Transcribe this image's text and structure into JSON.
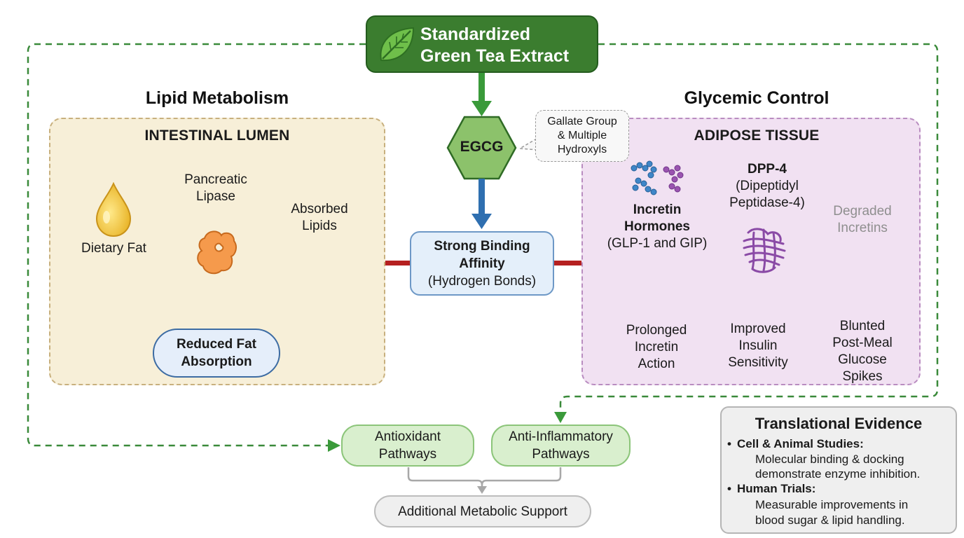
{
  "colors": {
    "green_dark": "#3b7d2f",
    "green_arrow": "#3a9a3a",
    "blue_arrow": "#2f6fb0",
    "inhibit_red": "#b52020",
    "lipid_panel_bg": "#f7efd8",
    "glycemic_panel_bg": "#f1e1f2"
  },
  "source": {
    "line1": "Standardized",
    "line2": "Green Tea Extract",
    "icon": "leaf-icon"
  },
  "egcg": {
    "label": "EGCG"
  },
  "callout": {
    "line1": "Gallate Group",
    "line2": "& Multiple",
    "line3": "Hydroxyls"
  },
  "binding": {
    "line1": "Strong Binding",
    "line2": "Affinity",
    "line3": "(Hydrogen Bonds)"
  },
  "lipid": {
    "section_title": "Lipid Metabolism",
    "panel_title": "INTESTINAL LUMEN",
    "dietary_fat": "Dietary Fat",
    "enzyme_line1": "Pancreatic",
    "enzyme_line2": "Lipase",
    "absorbed_line1": "Absorbed",
    "absorbed_line2": "Lipids",
    "outcome_line1": "Reduced Fat",
    "outcome_line2": "Absorption"
  },
  "glycemic": {
    "section_title": "Glycemic Control",
    "panel_title": "ADIPOSE TISSUE",
    "incretin_line1": "Incretin",
    "incretin_line2": "Hormones",
    "incretin_line3": "(GLP-1 and GIP)",
    "dpp_line1": "DPP-4",
    "dpp_line2": "(Dipeptidyl",
    "dpp_line3": "Peptidase-4)",
    "degraded_line1": "Degraded",
    "degraded_line2": "Incretins",
    "step1": [
      "Prolonged",
      "Incretin",
      "Action"
    ],
    "step2": [
      "Improved",
      "Insulin",
      "Sensitivity"
    ],
    "step3": [
      "Blunted",
      "Post-Meal",
      "Glucose",
      "Spikes"
    ]
  },
  "pathways": {
    "antioxidant_line1": "Antioxidant",
    "antioxidant_line2": "Pathways",
    "antiinflammatory_line1": "Anti-Inflammatory",
    "antiinflammatory_line2": "Pathways",
    "support": "Additional Metabolic Support"
  },
  "evidence": {
    "title": "Translational Evidence",
    "items": [
      {
        "label": "Cell & Animal Studies:",
        "line1": "Molecular binding & docking",
        "line2": "demonstrate enzyme inhibition."
      },
      {
        "label": "Human Trials:",
        "line1": "Measurable improvements in",
        "line2": "blood sugar & lipid handling."
      }
    ]
  }
}
